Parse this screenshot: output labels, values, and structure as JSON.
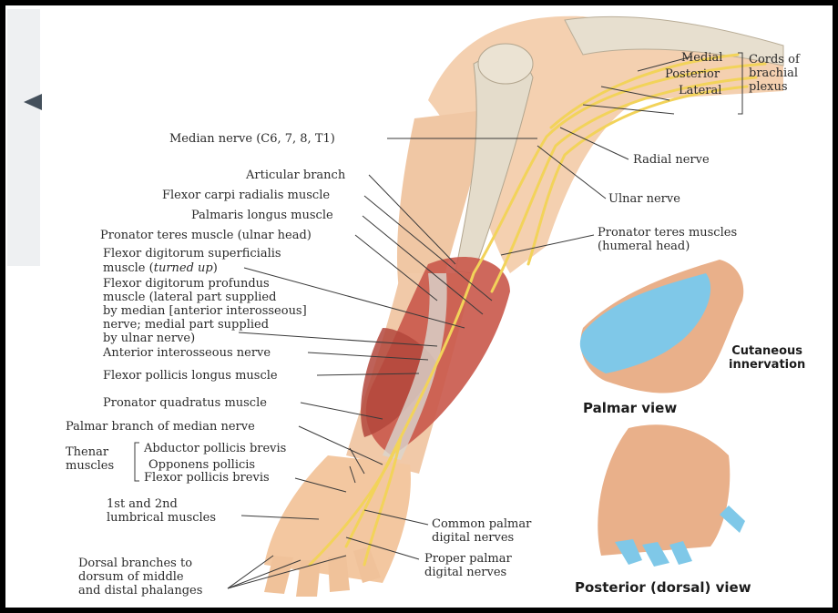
{
  "cords": {
    "medial": "Medial",
    "posterior": "Posterior",
    "lateral": "Lateral",
    "group": "Cords of\nbrachial\nplexus"
  },
  "labels": {
    "median_nerve": "Median nerve (C6, 7, 8, T1)",
    "radial_nerve": "Radial nerve",
    "ulnar_nerve": "Ulnar nerve",
    "articular_branch": "Articular branch",
    "flexor_carpi_radialis": "Flexor carpi radialis muscle",
    "palmaris_longus": "Palmaris longus muscle",
    "pronator_teres_ulnar": "Pronator teres muscle (ulnar head)",
    "pronator_teres_humeral": "Pronator teres muscles\n(humeral head)",
    "fds_line1": "Flexor digitorum superficialis",
    "fds_line2": "muscle (",
    "fds_turned": "turned up",
    "fds_close": ")",
    "fdp": "Flexor digitorum profundus\nmuscle (lateral part supplied\nby median [anterior interosseous]\nnerve; medial part supplied\nby ulnar nerve)",
    "anterior_interosseous": "Anterior interosseous nerve",
    "flexor_pollicis_longus": "Flexor pollicis longus muscle",
    "pronator_quadratus": "Pronator quadratus muscle",
    "palmar_branch": "Palmar branch of median nerve",
    "thenar_group": "Thenar\nmuscles",
    "abductor_pollicis_brevis": "Abductor pollicis brevis",
    "opponens_pollicis": "Opponens pollicis",
    "flexor_pollicis_brevis": "Flexor pollicis brevis",
    "lumbricals": "1st and 2nd\nlumbrical muscles",
    "common_palmar": "Common palmar\ndigital nerves",
    "proper_palmar": "Proper palmar\ndigital nerves",
    "dorsal_branches": "Dorsal branches to\ndorsum of middle\nand distal phalanges"
  },
  "insets": {
    "cutaneous": "Cutaneous\ninnervation",
    "palmar_view": "Palmar view",
    "dorsal_view": "Posterior (dorsal) view"
  },
  "colors": {
    "nerve": "#f2d35a",
    "muscle": "#c9584a",
    "skin": "#f3c7a0",
    "bone": "#e4dccb",
    "innervation": "#7fc8e8",
    "frame": "#000000"
  }
}
